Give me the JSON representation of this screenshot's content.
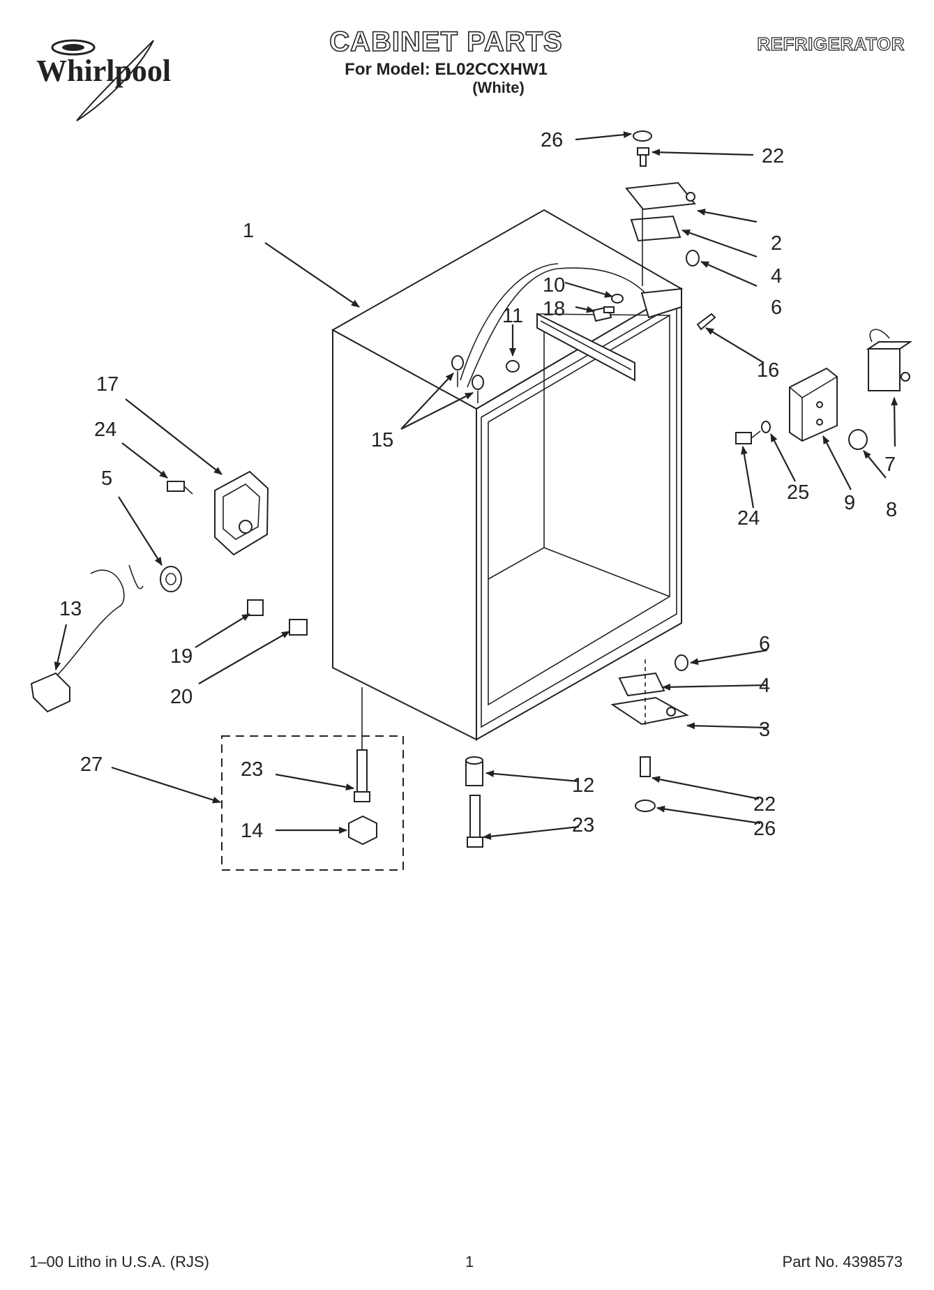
{
  "header": {
    "brand": "Whirlpool",
    "title": "CABINET PARTS",
    "model_line": "For Model: EL02CCXHW1",
    "color_line": "(White)",
    "category": "REFRIGERATOR"
  },
  "footer": {
    "litho": "1–00 Litho in U.S.A. (RJS)",
    "page_number": "1",
    "part_number": "Part No. 4398573"
  },
  "callouts": {
    "c1": "1",
    "c2": "2",
    "c3": "3",
    "c4a": "4",
    "c4b": "4",
    "c5": "5",
    "c6a": "6",
    "c6b": "6",
    "c7": "7",
    "c8": "8",
    "c9": "9",
    "c10": "10",
    "c11": "11",
    "c12": "12",
    "c13": "13",
    "c14": "14",
    "c15": "15",
    "c16": "16",
    "c17": "17",
    "c18": "18",
    "c19": "19",
    "c20": "20",
    "c22a": "22",
    "c22b": "22",
    "c23a": "23",
    "c23b": "23",
    "c24a": "24",
    "c24b": "24",
    "c25": "25",
    "c26a": "26",
    "c26b": "26",
    "c27": "27"
  }
}
